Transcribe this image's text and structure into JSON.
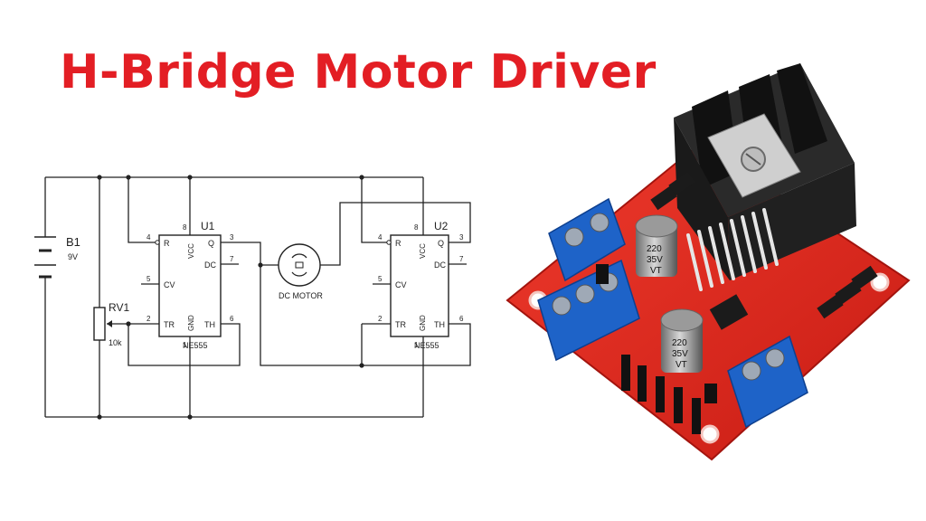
{
  "title": "H-Bridge Motor Driver",
  "schematic": {
    "battery": {
      "ref": "B1",
      "value": "9V"
    },
    "pot": {
      "ref": "RV1",
      "value": "10k"
    },
    "motor": {
      "label": "DC MOTOR"
    },
    "u1": {
      "ref": "U1",
      "part": "NE555",
      "pins": {
        "r": "R",
        "vcc": "VCC",
        "q": "Q",
        "dc": "DC",
        "cv": "CV",
        "tr": "TR",
        "gnd": "GND",
        "th": "TH"
      },
      "numbers": {
        "r": "4",
        "vcc": "8",
        "q": "3",
        "dc": "7",
        "cv": "5",
        "tr": "2",
        "gnd": "1",
        "th": "6"
      }
    },
    "u2": {
      "ref": "U2",
      "part": "NE555",
      "pins": {
        "r": "R",
        "vcc": "VCC",
        "q": "Q",
        "dc": "DC",
        "cv": "CV",
        "tr": "TR",
        "gnd": "GND",
        "th": "TH"
      },
      "numbers": {
        "r": "4",
        "vcc": "8",
        "q": "3",
        "dc": "7",
        "cv": "5",
        "tr": "2",
        "gnd": "1",
        "th": "6"
      }
    }
  },
  "board": {
    "capacitor_top": {
      "line1": "220",
      "line2": "35V",
      "line3": "VT"
    },
    "capacitor_bottom": {
      "line1": "220",
      "line2": "35V",
      "line3": "VT"
    }
  },
  "colors": {
    "title": "#e31e24",
    "pcb": "#e0281e",
    "terminal": "#1e63c8",
    "heatsink": "#1c1c1c",
    "wire": "#222222"
  }
}
